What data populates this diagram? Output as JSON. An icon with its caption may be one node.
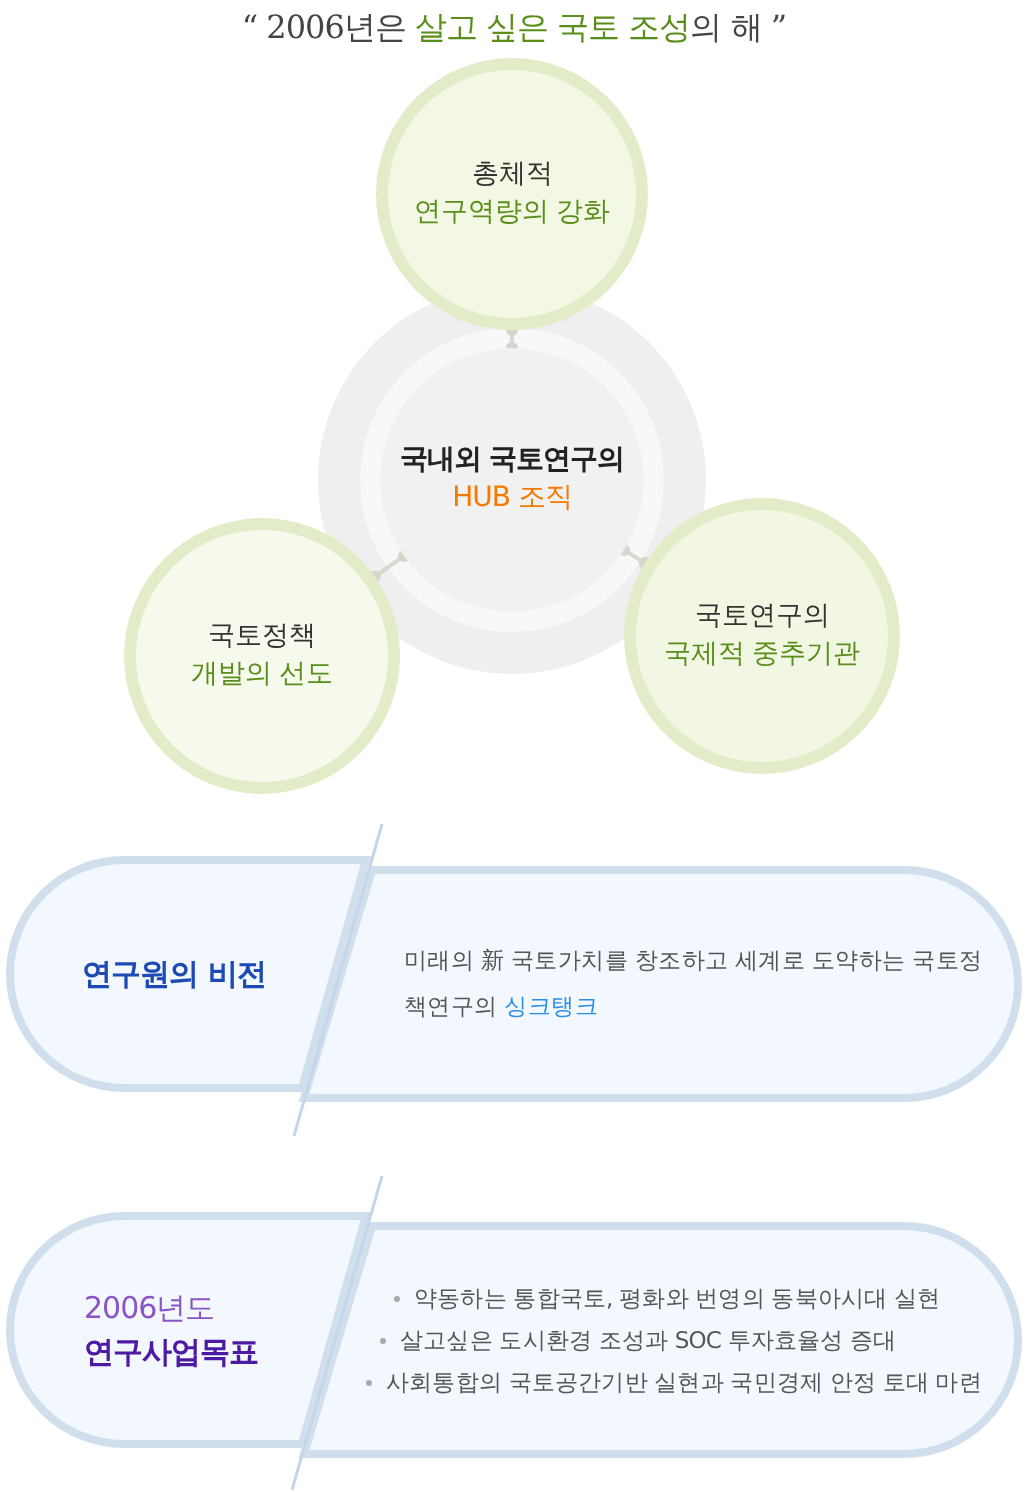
{
  "diagram": {
    "title": "“ 2006년은 **살고 싶은 국토 조성**의 해 ”",
    "nodes": [
      {
        "text": [
          "국내외 국토연구의",
          "HUB 조직"
        ]
      },
      {
        "text": [
          "총체적",
          "연구역량의 강화"
        ]
      },
      {
        "text": [
          "국토정책",
          "개발의 선도"
        ]
      },
      {
        "text": [
          "국토연구의",
          "국제적 중추기관"
        ]
      },
      {
        "text": [
          "연구원의 비전"
        ]
      },
      {
        "text": [
          "미래의 新 국토가치를 창조하고 세계로 도약하는 국토정책연구의 **싱크탱크**"
        ]
      },
      {
        "text": [
          "2006년도",
          "연구사업목표"
        ]
      },
      {
        "text": [
          "약동하는 통합국토, 평화와 번영의 동북아시대 실현",
          "살고싶은 도시환경 조성과 SOC 투자효율성 증대",
          "사회통합의 국토공간기반 실현과 국민경제 안정 토대 마련"
        ]
      }
    ],
    "edges": [
      {
        "from": 0,
        "to": 1,
        "arrow": "other"
      },
      {
        "from": 0,
        "to": 2,
        "arrow": "other"
      },
      {
        "from": 0,
        "to": 3,
        "arrow": "other"
      }
    ]
  }
}
